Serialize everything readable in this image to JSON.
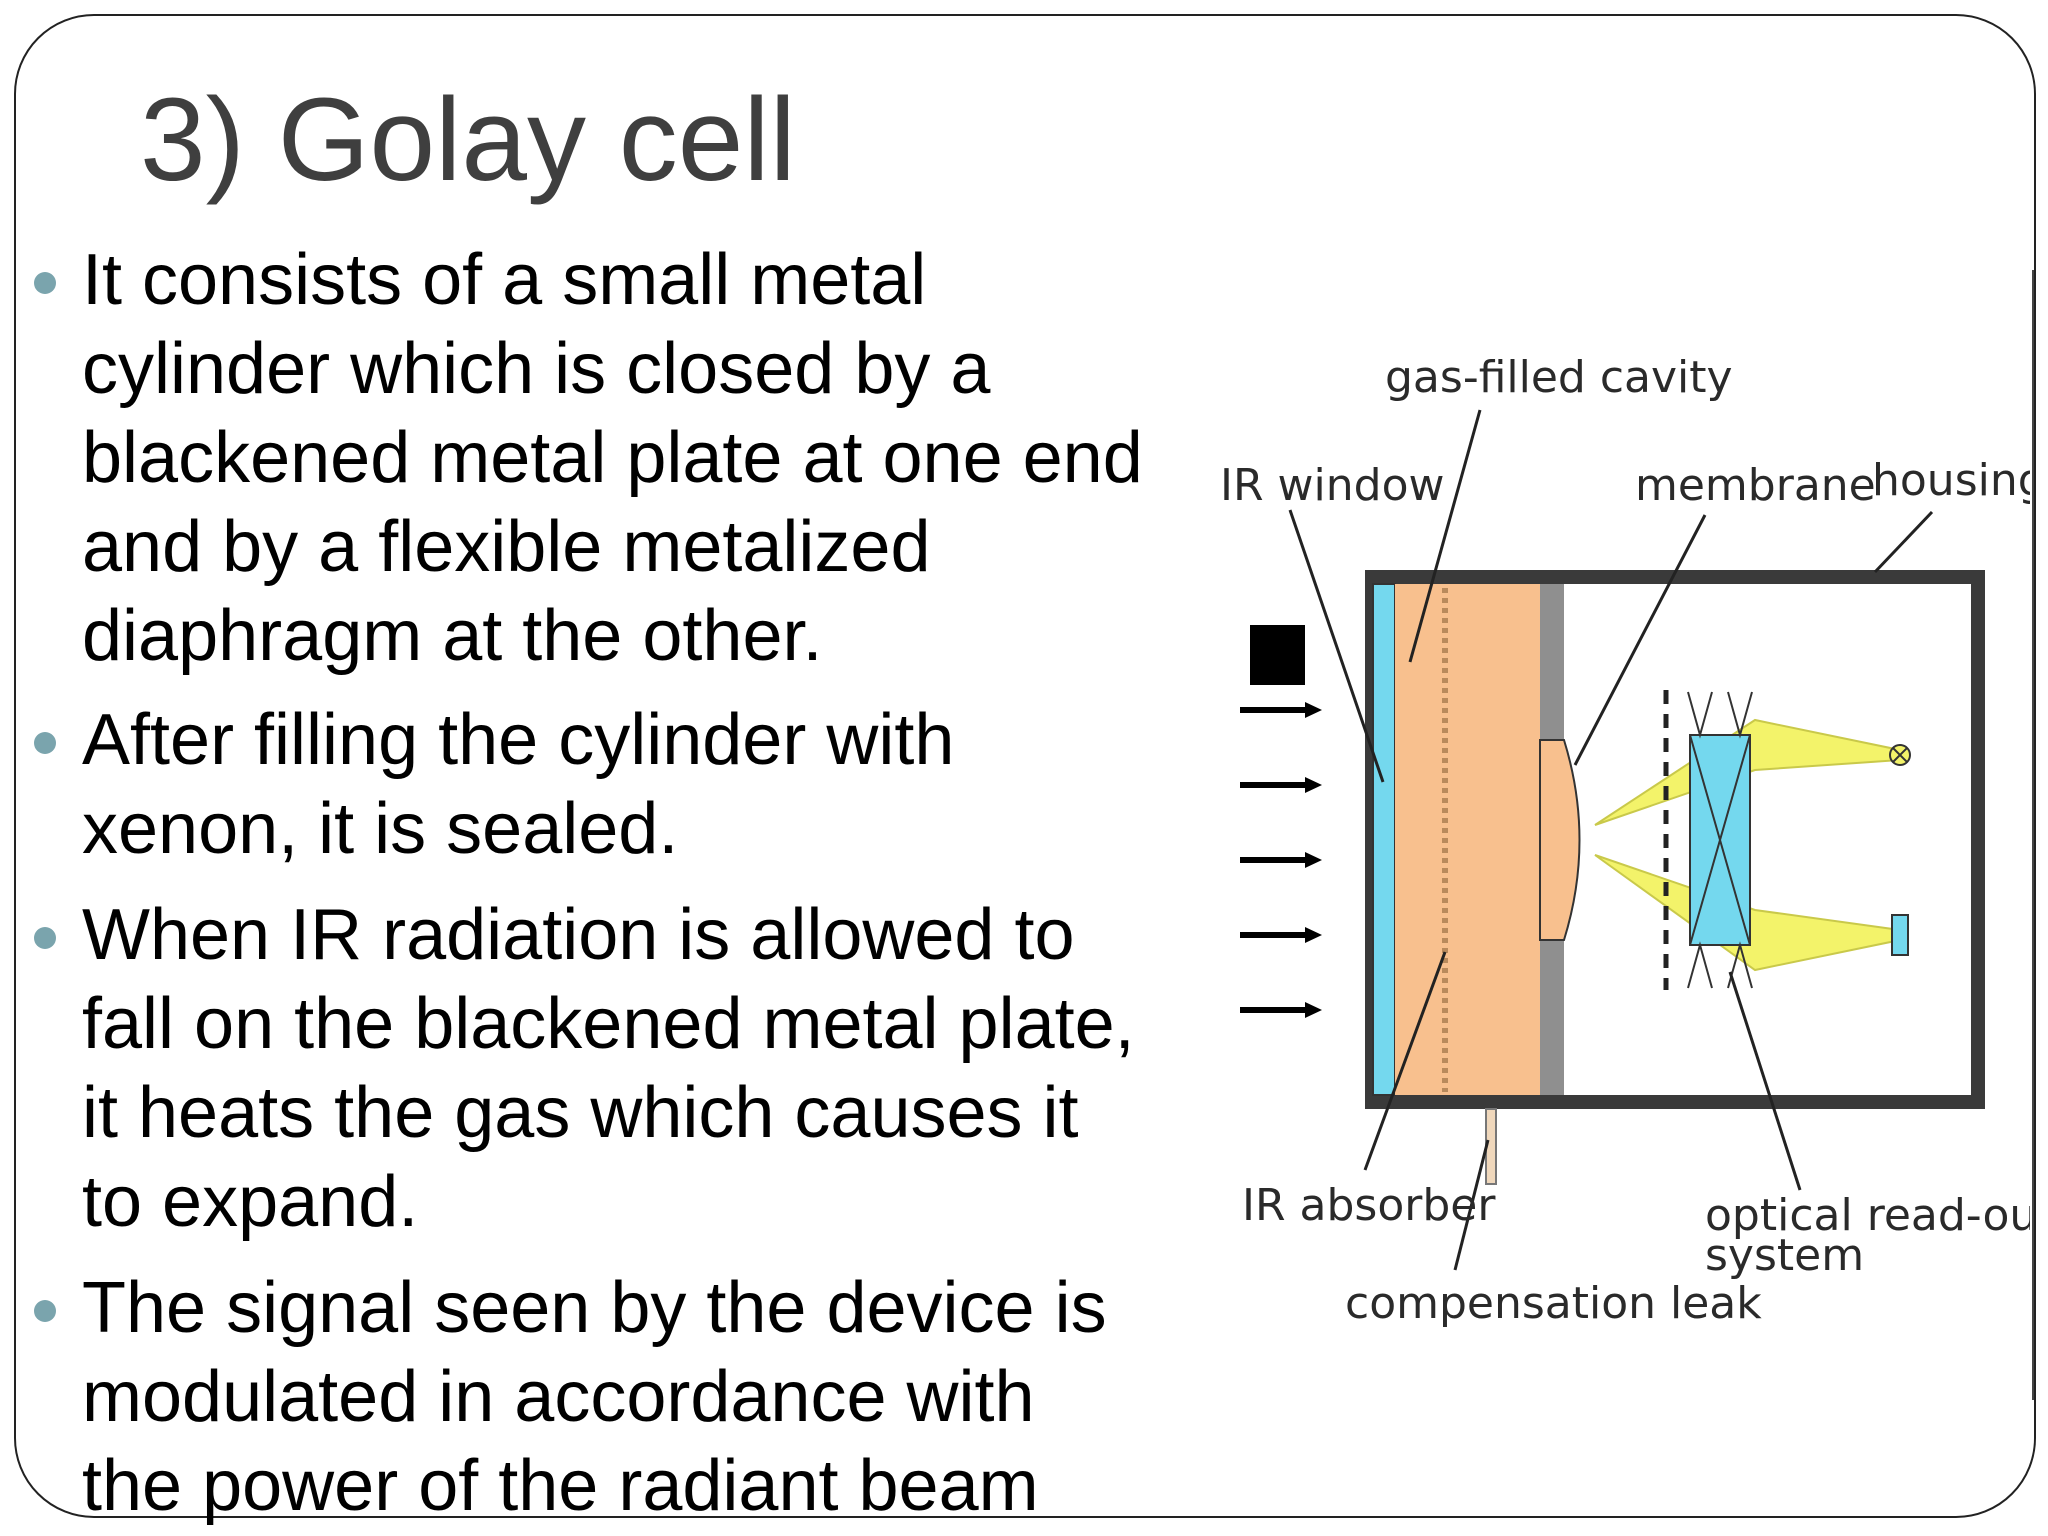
{
  "slide": {
    "title": "3) Golay cell",
    "bullets": [
      {
        "text": "It consists of a small metal\ncylinder which is closed by a\nblackened metal plate at one end\nand by a flexible metalized\ndiaphragm at the other."
      },
      {
        "text": "After filling the cylinder with\nxenon, it is sealed."
      },
      {
        "text": " When IR radiation is allowed to\nfall on the blackened metal plate,\nit heats the gas which causes it\nto expand."
      },
      {
        "text": " The signal seen by the device is\nmodulated in accordance with\nthe power of the radiant beam"
      }
    ]
  },
  "diagram": {
    "labels": {
      "gas_filled_cavity": "gas-filled cavity",
      "ir_window": "IR window",
      "membrane": "membrane",
      "housing": "housing",
      "ir_absorber": "IR absorber",
      "compensation_leak": "compensation leak",
      "optical_readout_line1": "optical read-out",
      "optical_readout_line2": "system"
    },
    "colors": {
      "gas_fill": "#f8c08e",
      "window": "#74d8ee",
      "housing": "#3a3a3a",
      "membrane_block": "#8f8f8f",
      "light_beam": "#f3f36a",
      "readout_lens": "#74d8ee",
      "bullet": "#7aa4ad"
    }
  }
}
